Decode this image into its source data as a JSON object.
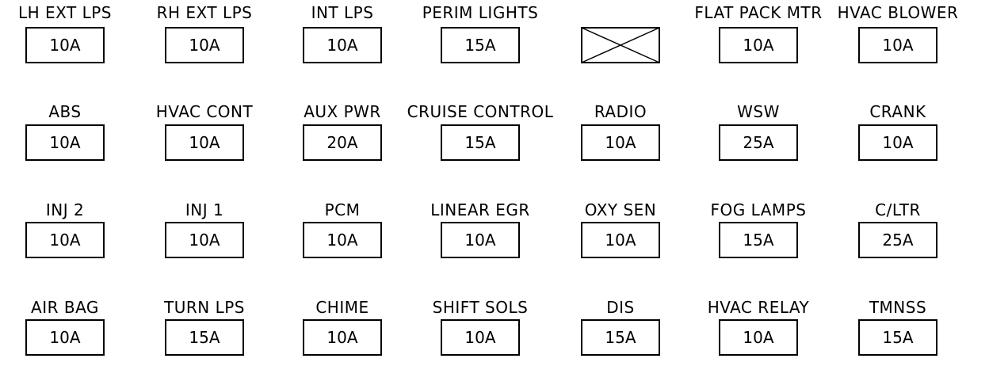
{
  "fuse_panel": {
    "rows": [
      [
        {
          "label": "LH EXT LPS",
          "rating": "10A"
        },
        {
          "label": "RH EXT LPS",
          "rating": "10A"
        },
        {
          "label": "INT LPS",
          "rating": "10A"
        },
        {
          "label": "PERIM LIGHTS",
          "rating": "15A"
        },
        {
          "label": "",
          "rating": "",
          "empty": true
        },
        {
          "label": "FLAT PACK MTR",
          "rating": "10A"
        },
        {
          "label": "HVAC BLOWER",
          "rating": "10A"
        }
      ],
      [
        {
          "label": "ABS",
          "rating": "10A"
        },
        {
          "label": "HVAC CONT",
          "rating": "10A"
        },
        {
          "label": "AUX PWR",
          "rating": "20A"
        },
        {
          "label": "CRUISE CONTROL",
          "rating": "15A"
        },
        {
          "label": "RADIO",
          "rating": "10A"
        },
        {
          "label": "WSW",
          "rating": "25A"
        },
        {
          "label": "CRANK",
          "rating": "10A"
        }
      ],
      [
        {
          "label": "INJ 2",
          "rating": "10A"
        },
        {
          "label": "INJ 1",
          "rating": "10A"
        },
        {
          "label": "PCM",
          "rating": "10A"
        },
        {
          "label": "LINEAR EGR",
          "rating": "10A"
        },
        {
          "label": "OXY SEN",
          "rating": "10A"
        },
        {
          "label": "FOG LAMPS",
          "rating": "15A"
        },
        {
          "label": "C/LTR",
          "rating": "25A"
        }
      ],
      [
        {
          "label": "AIR BAG",
          "rating": "10A"
        },
        {
          "label": "TURN LPS",
          "rating": "15A"
        },
        {
          "label": "CHIME",
          "rating": "10A"
        },
        {
          "label": "SHIFT SOLS",
          "rating": "10A"
        },
        {
          "label": "DIS",
          "rating": "15A"
        },
        {
          "label": "HVAC RELAY",
          "rating": "10A"
        },
        {
          "label": "TMNSS",
          "rating": "15A"
        }
      ]
    ]
  }
}
